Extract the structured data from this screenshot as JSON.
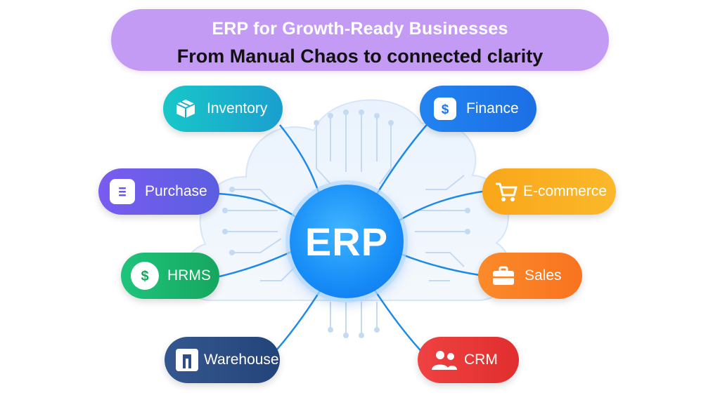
{
  "banner": {
    "title": "ERP for Growth-Ready Businesses",
    "subtitle": "From Manual Chaos to connected clarity"
  },
  "hub": {
    "label": "ERP",
    "color": "#168cf7"
  },
  "modules": [
    {
      "id": "inventory",
      "label": "Inventory",
      "icon": "box-icon",
      "color": "#1ab8c4"
    },
    {
      "id": "purchase",
      "label": "Purchase",
      "icon": "document-icon",
      "color": "#6e56e6"
    },
    {
      "id": "hrms",
      "label": "HRMS",
      "icon": "dollar-icon",
      "color": "#19b46a"
    },
    {
      "id": "warehouse",
      "label": "Warehouse",
      "icon": "warehouse-icon",
      "color": "#2d4e86"
    },
    {
      "id": "finance",
      "label": "Finance",
      "icon": "dollar-icon",
      "color": "#1d77ec"
    },
    {
      "id": "ecommerce",
      "label": "E-commerce",
      "icon": "shopping-cart-icon",
      "color": "#f7aa1a"
    },
    {
      "id": "sales",
      "label": "Sales",
      "icon": "briefcase-icon",
      "color": "#fb8124"
    },
    {
      "id": "crm",
      "label": "CRM",
      "icon": "users-icon",
      "color": "#ec3a3a"
    }
  ]
}
